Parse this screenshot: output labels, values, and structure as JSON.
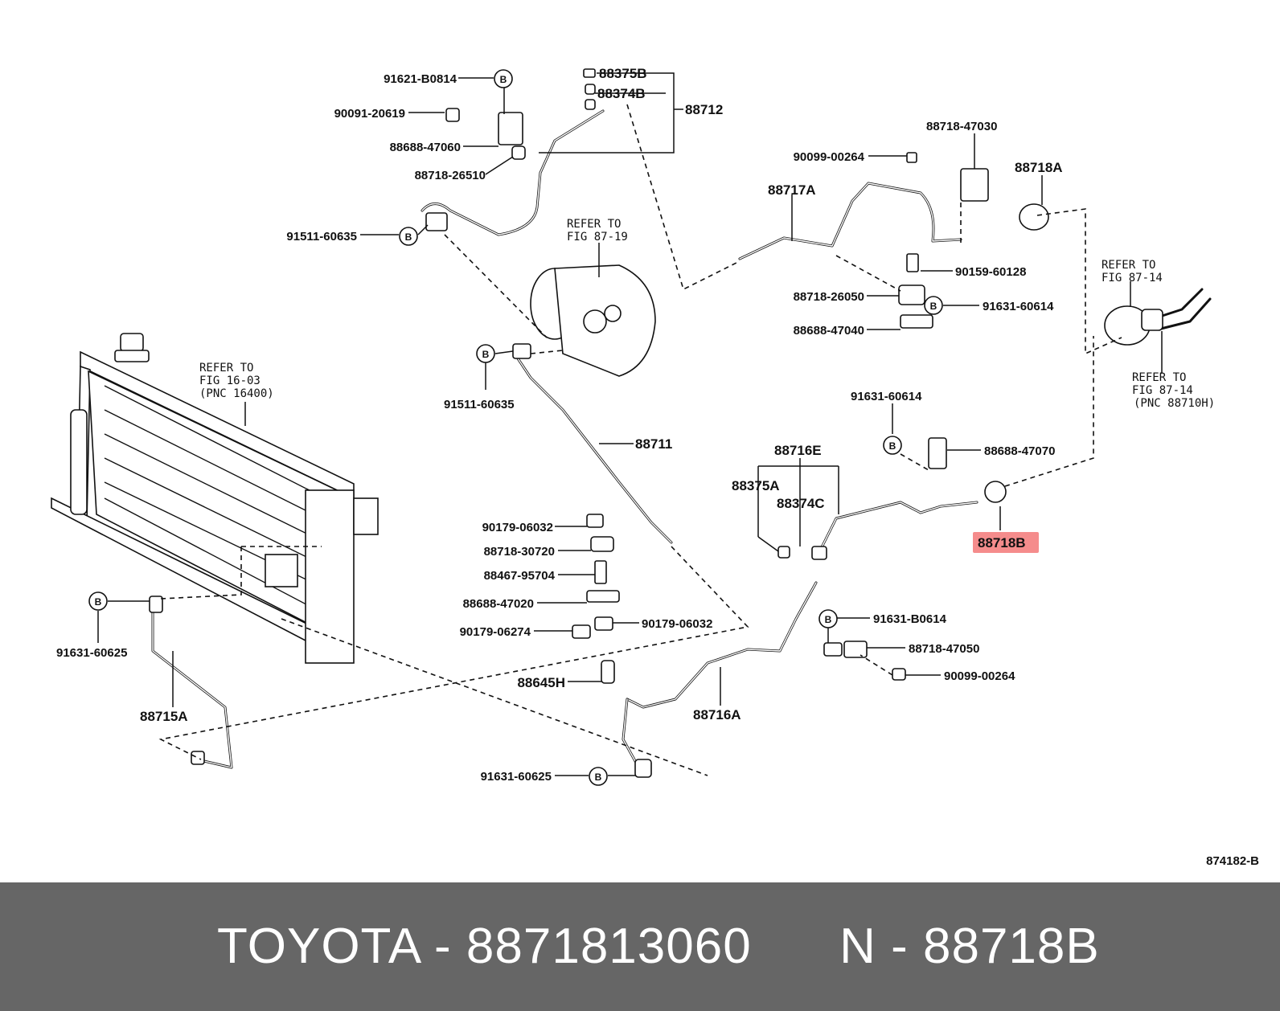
{
  "callouts": {
    "p91621_b0814": "91621-B0814",
    "p90091_20619": "90091-20619",
    "p88688_47060": "88688-47060",
    "p88718_26510": "88718-26510",
    "p91511_60635_top": "91511-60635",
    "p88375b": "88375B",
    "p88374b": "88374B",
    "p88712": "88712",
    "p88718_47030": "88718-47030",
    "p90099_00264_top": "90099-00264",
    "p88717a": "88717A",
    "p88718a": "88718A",
    "p90159_60128": "90159-60128",
    "p88718_26050": "88718-26050",
    "p91631_60614_top": "91631-60614",
    "p88688_47040": "88688-47040",
    "p91511_60635_mid": "91511-60635",
    "p88711": "88711",
    "p91631_60614_mid": "91631-60614",
    "p88688_47070": "88688-47070",
    "p88716e": "88716E",
    "p88375a": "88375A",
    "p88374c": "88374C",
    "p88718b": "88718B",
    "p90179_06032_a": "90179-06032",
    "p88718_30720": "88718-30720",
    "p88467_95704": "88467-95704",
    "p88688_47020": "88688-47020",
    "p90179_06274": "90179-06274",
    "p90179_06032_b": "90179-06032",
    "p91631_b0614": "91631-B0614",
    "p88718_47050": "88718-47050",
    "p90099_00264_bot": "90099-00264",
    "p88645h": "88645H",
    "p88716a": "88716A",
    "p91631_60625_left": "91631-60625",
    "p88715a": "88715A",
    "p91631_60625_bot": "91631-60625"
  },
  "refs": {
    "fig87_19_l1": "REFER TO",
    "fig87_19_l2": "FIG 87-19",
    "fig16_03_l1": "REFER TO",
    "fig16_03_l2": "FIG 16-03",
    "fig16_03_l3": "(PNC 16400)",
    "fig87_14a_l1": "REFER TO",
    "fig87_14a_l2": "FIG 87-14",
    "fig87_14b_l1": "REFER TO",
    "fig87_14b_l2": "FIG 87-14",
    "fig87_14b_l3": "(PNC 88710H)"
  },
  "bubble_label": "B",
  "diagram_code": "874182-B",
  "highlight": {
    "part": "88718B",
    "color": "#f58c8c"
  },
  "footer": {
    "brand": "TOYOTA",
    "part_number": "8871813060",
    "n_prefix": "N",
    "n_code": "88718B",
    "separator": "-",
    "background": "#666666",
    "text_color": "#ffffff"
  }
}
